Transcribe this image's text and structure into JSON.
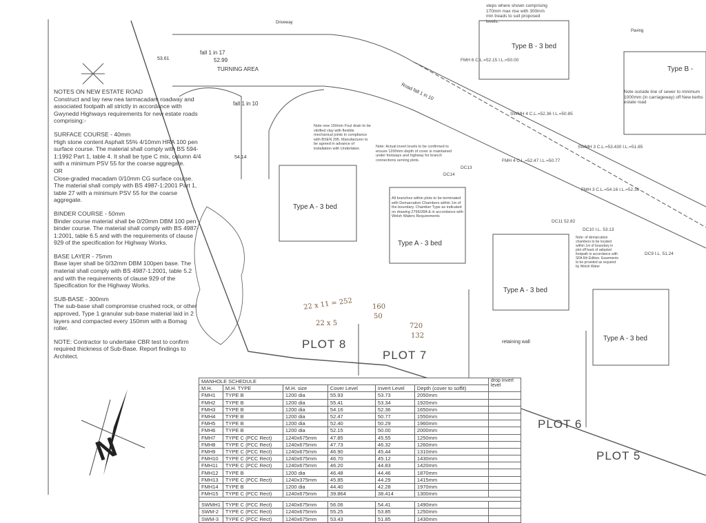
{
  "notes": {
    "title": "NOTES ON NEW ESTATE ROAD",
    "intro": "Construct and lay new nea tarmacadam roadway and associated footpath all strictly in accordance with Gwynedd Highways requirements for new estate roads comprising:-",
    "surface_heading": "SURFACE COURSE - 40mm",
    "surface_text": "High stone content Asphalt 55% 4/10mm HRA 100 pen surface course. The material shall comply with BS 594-1:1992 Part 1, table 4. It shall be type C mix, column 4/4 with a minimum PSV 55 for the coarse aggregate.",
    "or": "OR",
    "surface_alt": "Close-graded macadam 0/10mm CG surface course. The material shall comply with BS 4987-1:2001 Part 1, table 27 with a minimum PSV 55 for the coarse aggregate.",
    "binder_heading": "BINDER COURSE - 50mm",
    "binder_text": "Binder course material shall be 0/20mm DBM 100 pen binder course. The material shall comply with BS 4987-1:2001, table 6.5 and with the requirements of clause 929 of the specification for Highway Works.",
    "base_heading": "BASE LAYER - 75mm",
    "base_text": "Base layer shall be 0/32mm DBM 100pen base. The material shall comply with BS 4987-1:2001, table 5.2 and with the requirements of clause 929 of the Specification for the Highway Works.",
    "subbase_heading": "SUB-BASE - 300mm",
    "subbase_text": "The sub-base shall compromise crushed rock, or other approved, Type 1 granular sub-base material laid in 2 layers and compacted every 150mm with a Bomag roller.",
    "note_cbr": "NOTE: Contractor to undertake CBR test to confirm required thickness of Sub-Base. Report findings to Architect."
  },
  "labels": {
    "driveway": "Driveway",
    "turning_area": "TURNING AREA",
    "fall_17": "fall 1 in 17",
    "fall_10": "fall 1 in 10",
    "road_fall": "Road fall 1 in 10",
    "lvl_5299": "52.99",
    "lvl_5361": "53.61",
    "lvl_5414": "54.14",
    "paving": "Paving",
    "type_b_1": "Type B - 3 bed",
    "type_b_2": "Type B -",
    "type_a_1": "Type A - 3 bed",
    "type_a_2": "Type A - 3 bed",
    "type_a_3": "Type A - 3 bed",
    "type_a_4": "Type A - 3 bed",
    "plot8": "PLOT 8",
    "plot7": "PLOT 7",
    "plot6": "PLOT 6",
    "plot5": "PLOT 5",
    "retaining_wall": "retaining wall",
    "stairs_note": "steps where shown comprising 170mm max rise with 300mm min treads to suit proposed levels.",
    "sewer_note": "Note outside line of sewer to minimum 1000mm (in carriageway) off New kerbs estate road",
    "foul_drain_note": "Note new 150mm Foul drain to be vitrified clay with flexible mechanical joints in compliance with BSEN 295. Manufacturer to be agreed in advance of installation with Undertaker.",
    "invert_note": "Note: Actual invert levels to be confirmed to ensure 1200mm depth of cover is maintained under footways and highway for branch connections serving plots.",
    "branches_note": "All branches within plots to be terminated with Demarcation Chambers within 1m of the boundary. Chamber Type as indicated on drawing 2796/28A & in accordance with Welsh Waters Requirements",
    "demarcation_note": "Note: of demarcation chambers to be located within 1m of boundary in plot off back of adopted footpath in accordance with SFA 6th Edition. Easements to be provided as required by Welsh Water",
    "handwritten_1": "22 x 11 = 252",
    "handwritten_2": "22 x 5",
    "handwritten_3": "160",
    "handwritten_4": "50",
    "handwritten_5": "720",
    "handwritten_6": "132",
    "north": "N",
    "fmh6": "FMH 6 C.L.=52.15 I.L.=50.00",
    "swmh4": "SWMH 4 C.L.=52.36 I.L.=50.85",
    "swmh3": "SWMH 3 C.L.=53.430 I.L.=51.85",
    "fmh3": "FMH 3 C.L.=54.16 I.L.=52.36",
    "fmh4": "FMH 4 C.L.=52.47 I.L.=50.77",
    "dc9": "DC9 I.L. 51.24",
    "dc10": "DC10 I.L. 53.13",
    "dc11": "DC11 52.82",
    "dc13": "DC13",
    "dc14": "DC14"
  },
  "schedule": {
    "title": "MANHOLE SCHEDULE",
    "headers": [
      "M.H.",
      "M.H. TYPE",
      "M.H. size",
      "Cover Level",
      "Invert Level",
      "Depth (cover to soffit)",
      "drop invert level"
    ],
    "rows": [
      [
        "FMH1",
        "TYPE B",
        "1200 dia",
        "55.93",
        "53.73",
        "2050mm"
      ],
      [
        "FMH2",
        "TYPE B",
        "1200 dia",
        "55.41",
        "53.34",
        "1920mm"
      ],
      [
        "FMH3",
        "TYPE B",
        "1200 dia",
        "54.16",
        "52.36",
        "1650mm"
      ],
      [
        "FMH4",
        "TYPE B",
        "1200 dia",
        "52.47",
        "50.77",
        "1550mm"
      ],
      [
        "FMH5",
        "TYPE B",
        "1200 dia",
        "52.40",
        "50.29",
        "1960mm"
      ],
      [
        "FMH6",
        "TYPE B",
        "1200 dia",
        "52.15",
        "50.00",
        "2000mm"
      ],
      [
        "FMH7",
        "TYPE C (PCC Rect)",
        "1240x675mm",
        "47.85",
        "45.55",
        "1250mm"
      ],
      [
        "FMH8",
        "TYPE C (PCC Rect)",
        "1240x675mm",
        "47.73",
        "46.32",
        "1260mm"
      ],
      [
        "FMH9",
        "TYPE C (PCC Rect)",
        "1240x675mm",
        "46.90",
        "45.44",
        "1310mm"
      ],
      [
        "FMH10",
        "TYPE C (PCC Rect)",
        "1240x675mm",
        "46.70",
        "45.12",
        "1430mm"
      ],
      [
        "FMH11",
        "TYPE C (PCC Rect)",
        "1240x675mm",
        "46.20",
        "44.83",
        "1420mm"
      ],
      [
        "FMH12",
        "TYPE B",
        "1200 dia",
        "46.48",
        "44.46",
        "1870mm"
      ],
      [
        "FMH13",
        "TYPE C (PCC Rect)",
        "1240x375mm",
        "45.85",
        "44.29",
        "1415mm"
      ],
      [
        "FMH14",
        "TYPE B",
        "1200 dia",
        "44.40",
        "42.28",
        "1970mm"
      ],
      [
        "FMH15",
        "TYPE C (PCC Rect)",
        "1240x675mm",
        "39.864",
        "38.414",
        "1300mm"
      ]
    ],
    "sw_rows": [
      [
        "SWMH1",
        "TYPE C (PCC Rect)",
        "1240x675mm",
        "56.06",
        "54.41",
        "1490mm"
      ],
      [
        "SWM-2",
        "TYPE C (PCC Rect)",
        "1240x675mm",
        "55.25",
        "53.85",
        "1250mm"
      ],
      [
        "SWM-3",
        "TYPE C (PCC Rect)",
        "1240x675mm",
        "53.43",
        "51.85",
        "1430mm"
      ]
    ]
  }
}
